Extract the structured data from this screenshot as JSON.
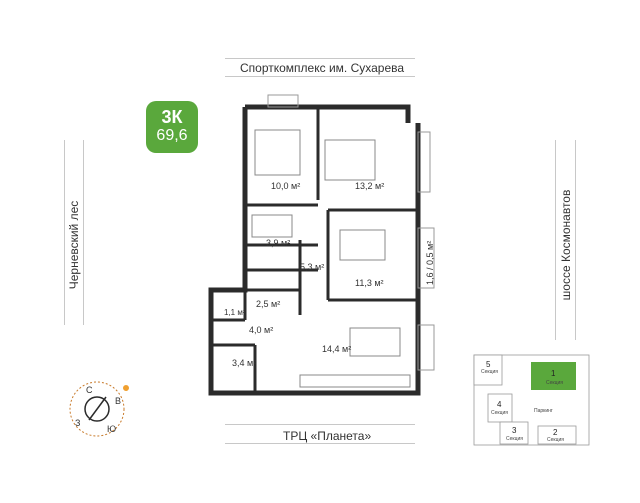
{
  "apartment": {
    "type": "3К",
    "area": "69,6"
  },
  "streets": {
    "top": "Спорткомплекс им. Сухарева",
    "bottom": "ТРЦ «Планета»",
    "left": "Черневский лес",
    "right": "шоссе Космонавтов"
  },
  "rooms": [
    {
      "label": "10,0 м²"
    },
    {
      "label": "13,2 м²"
    },
    {
      "label": "3,9 м²"
    },
    {
      "label": "5,3 м²"
    },
    {
      "label": "11,3 м²"
    },
    {
      "label": "1,6 / 0,5 м²"
    },
    {
      "label": "2,5 м²"
    },
    {
      "label": "1,1 м²"
    },
    {
      "label": "4,0 м²"
    },
    {
      "label": "14,4 м²"
    },
    {
      "label": "3,4 м²"
    }
  ],
  "compass": {
    "north": "С",
    "east": "В",
    "south": "Ю",
    "west": "З"
  },
  "site_plan": {
    "sections": [
      {
        "number": "1",
        "caption": "Секция",
        "active": true
      },
      {
        "number": "2",
        "caption": "Секция",
        "active": false
      },
      {
        "number": "3",
        "caption": "Секция",
        "active": false
      },
      {
        "number": "4",
        "caption": "Секция",
        "active": false
      },
      {
        "number": "5",
        "caption": "Секция",
        "active": false
      }
    ],
    "parking": "Паркинг"
  },
  "colors": {
    "accent": "#5aa83c",
    "walls": "#2b2b2b",
    "sun": "#f0a030"
  }
}
